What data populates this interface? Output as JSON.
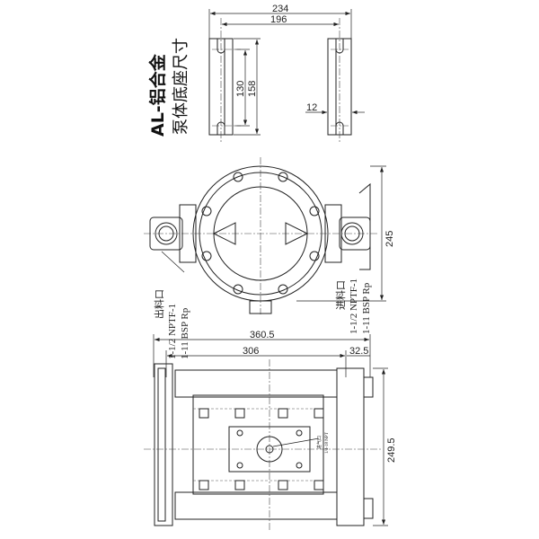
{
  "title": {
    "line1": "AL-铝合金",
    "line2": "泵体底座尺寸"
  },
  "base_view": {
    "dims": {
      "overall_width": "234",
      "hole_spacing_x": "196",
      "hole_spacing_y": "130",
      "rail_length": "158",
      "rail_width": "12"
    }
  },
  "top_view": {
    "outlet_label": {
      "name": "出料口",
      "thread1": "1-1/2 NPTF-1",
      "thread2": "1-11 BSP Rp"
    },
    "inlet_label": {
      "name": "进料口",
      "thread1": "1-1/2 NPTF-1",
      "thread2": "1-11 BSP Rp"
    },
    "dims": {
      "height": "245"
    }
  },
  "front_view": {
    "dims": {
      "overall_width": "360.5",
      "foot_spacing": "306",
      "offset": "32.5",
      "height": "249.5"
    },
    "air_inlet_label": {
      "name": "进气口",
      "thread": "1/4-18 NPT"
    }
  }
}
